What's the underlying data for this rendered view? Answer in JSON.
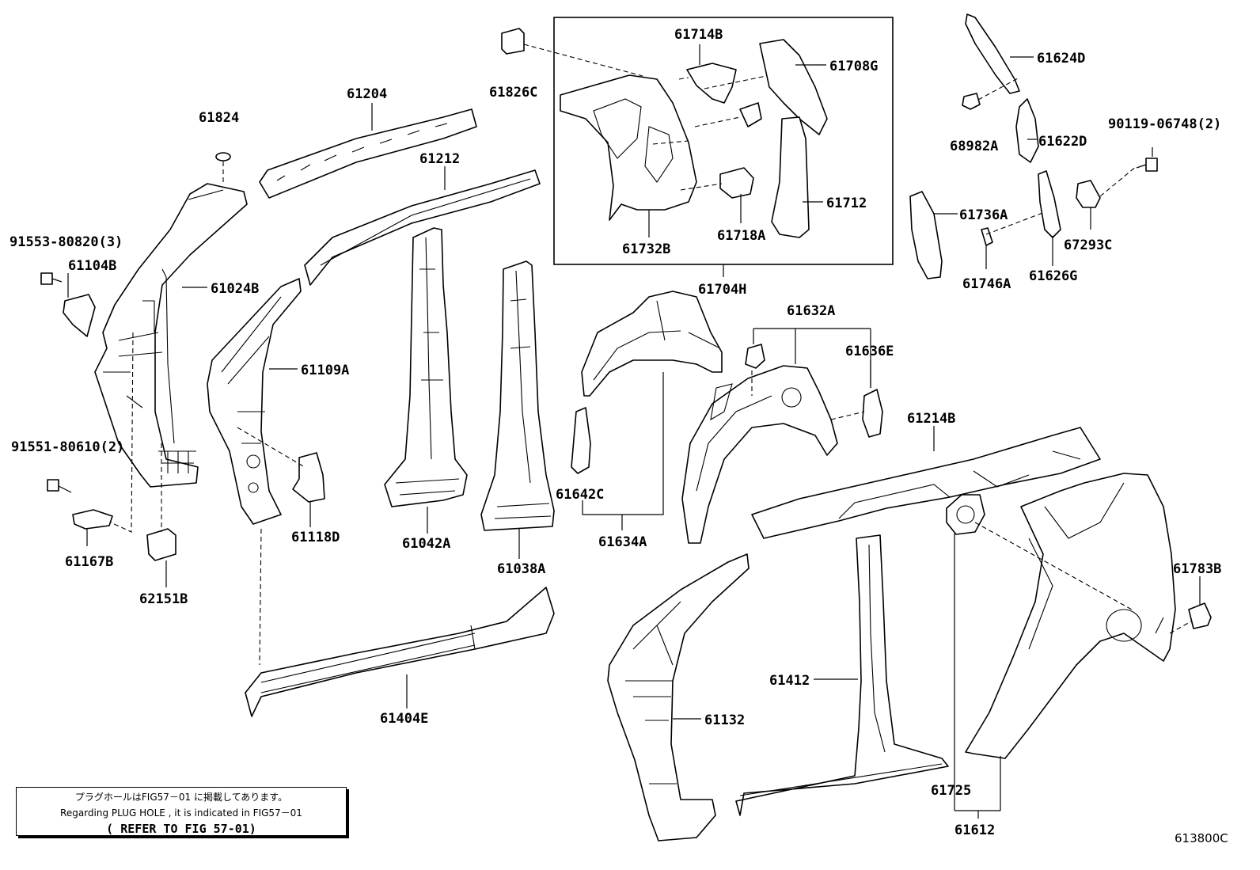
{
  "parts": [
    "61204",
    "61824",
    "61212",
    "61826C",
    "61714B",
    "61708G",
    "61624D",
    "91553-80820(3)",
    "61104B",
    "61024B",
    "61109A",
    "61712",
    "61732B",
    "61718A",
    "61704H",
    "68982A",
    "61622D",
    "90119-06748(2)",
    "61736A",
    "67293C",
    "61746A",
    "61626G",
    "61632A",
    "61636E",
    "61214B",
    "91551-80610(2)",
    "61118D",
    "61042A",
    "61038A",
    "61642C",
    "61634A",
    "61167B",
    "62151B",
    "61783B",
    "61404E",
    "61412",
    "61132",
    "61725",
    "61612"
  ],
  "note": {
    "line1": "プラグホールはFIG57－01 に掲載してあります。",
    "line2": "Regarding PLUG HOLE , it is indicated in FIG57－01",
    "line3": "( REFER TO FIG 57-01)"
  },
  "figure_id": "613800C"
}
